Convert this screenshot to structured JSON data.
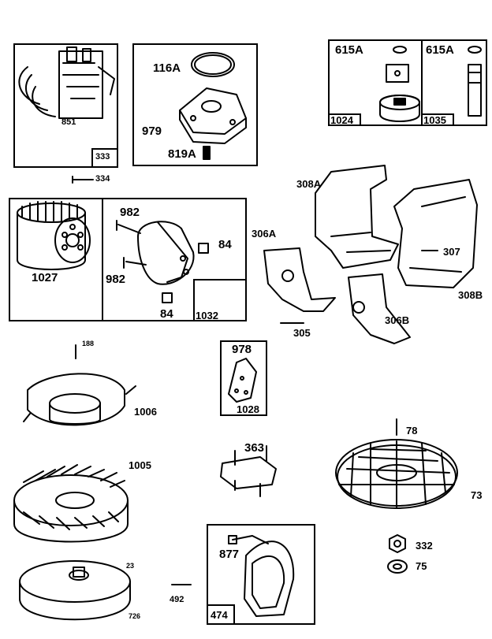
{
  "parts": {
    "p851": "851",
    "p333": "333",
    "p334": "334",
    "p116A": "116A",
    "p979": "979",
    "p819A": "819A",
    "p615A_a": "615A",
    "p615A_b": "615A",
    "p1024": "1024",
    "p1035": "1035",
    "p308A": "308A",
    "p306A": "306A",
    "p307": "307",
    "p308B": "308B",
    "p306B": "306B",
    "p305": "305",
    "p1027": "1027",
    "p982_top": "982",
    "p982_bot": "982",
    "p84_top": "84",
    "p84_bot": "84",
    "p1032": "1032",
    "p188": "188",
    "p1006": "1006",
    "p978": "978",
    "p1028": "1028",
    "p78": "78",
    "p1005": "1005",
    "p363": "363",
    "p73": "73",
    "p23": "23",
    "p726": "726",
    "p492": "492",
    "p877": "877",
    "p474": "474",
    "p332": "332",
    "p75": "75"
  }
}
